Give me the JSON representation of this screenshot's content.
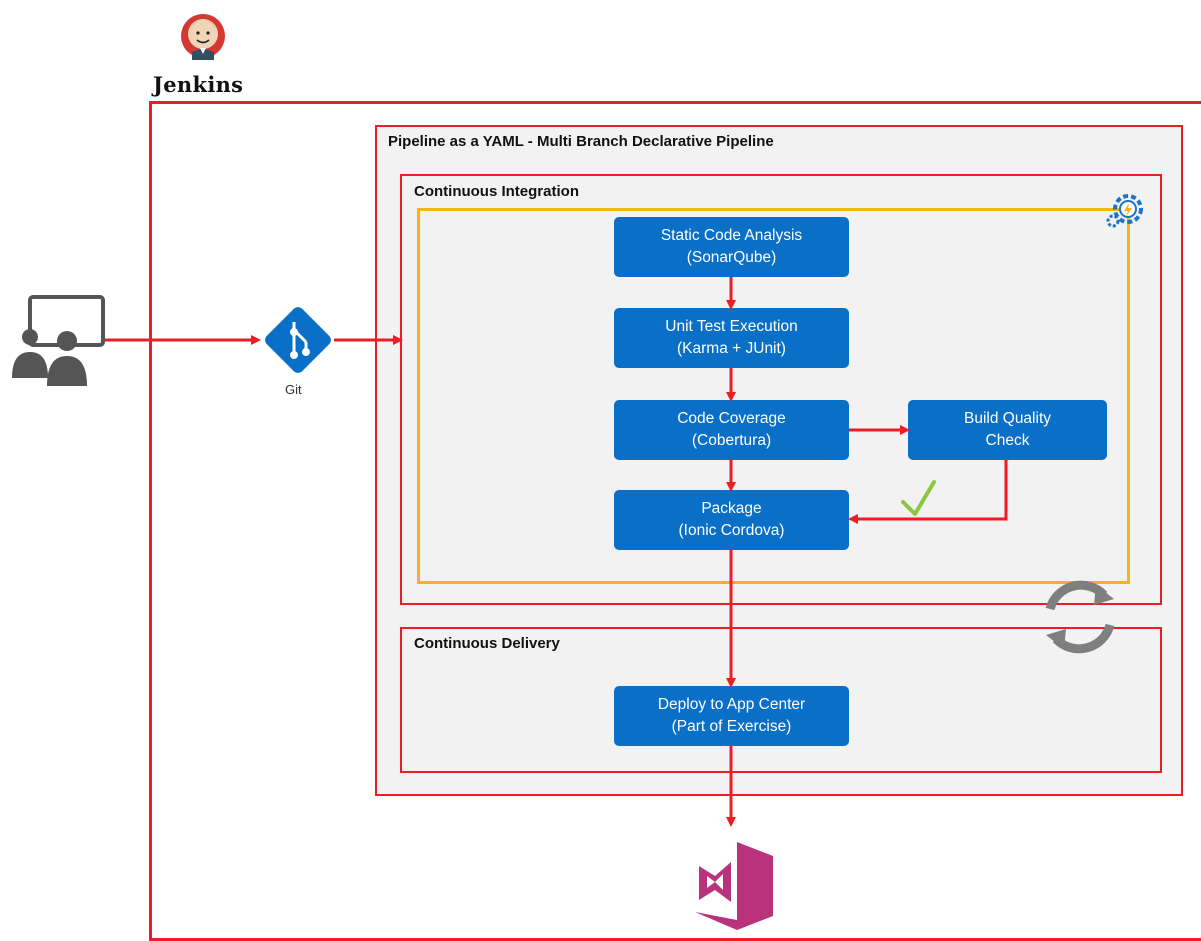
{
  "header": {
    "title": "Jenkins",
    "logo_icon": "jenkins-butler-icon"
  },
  "source": {
    "developers_icon": "developers-presentation-icon",
    "git_icon": "git-icon",
    "git_label": "Git"
  },
  "pipeline": {
    "title": "Pipeline as a YAML - Multi Branch Declarative Pipeline",
    "continuous_integration": {
      "title": "Continuous Integration",
      "automation_icon": "gear-bolt-icon",
      "stages": {
        "static_analysis": {
          "line1": "Static Code Analysis",
          "line2": "(SonarQube)"
        },
        "unit_test": {
          "line1": "Unit Test Execution",
          "line2": "(Karma + JUnit)"
        },
        "code_coverage": {
          "line1": "Code Coverage",
          "line2": "(Cobertura)"
        },
        "build_quality": {
          "line1": "Build Quality",
          "line2": "Check"
        },
        "package": {
          "line1": "Package",
          "line2": "(Ionic Cordova)"
        }
      },
      "check_icon": "checkmark-icon",
      "cycle_icon": "refresh-cycle-icon"
    },
    "continuous_delivery": {
      "title": "Continuous Delivery",
      "stages": {
        "deploy": {
          "line1": "Deploy to App Center",
          "line2": "(Part of Exercise)"
        }
      }
    },
    "target_icon": "visual-studio-app-center-icon"
  },
  "colors": {
    "flow_red": "#ee1c24",
    "stage_blue": "#0a6fc6",
    "ci_yellow": "#f5b21a",
    "check_green": "#8dc63f",
    "vs_magenta": "#b9337c"
  }
}
